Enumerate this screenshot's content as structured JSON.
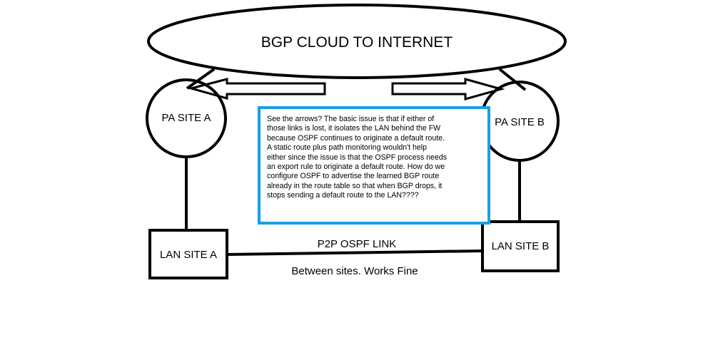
{
  "cloud": {
    "label": "BGP CLOUD TO INTERNET"
  },
  "nodes": {
    "pa_site_a": "PA SITE A",
    "pa_site_b": "PA SITE B",
    "lan_site_a": "LAN SITE A",
    "lan_site_b": "LAN SITE B"
  },
  "link": {
    "label": "P2P OSPF LINK",
    "sublabel": "Between sites. Works Fine"
  },
  "note": {
    "lines": [
      "See the arrows?  The basic issue is that if either of",
      "those links is lost, it isolates the LAN behind the FW",
      "because OSPF continues to originate a default route.",
      "A static route plus path monitoring wouldn't help",
      "either since the issue is that the OSPF process needs",
      "an export rule to originate a default route.  How do we",
      "configure OSPF to advertise the learned BGP route",
      "already in the route table so that when BGP drops, it",
      "stops sending a default route to the LAN????"
    ],
    "border_color": "#1a9fe3"
  }
}
